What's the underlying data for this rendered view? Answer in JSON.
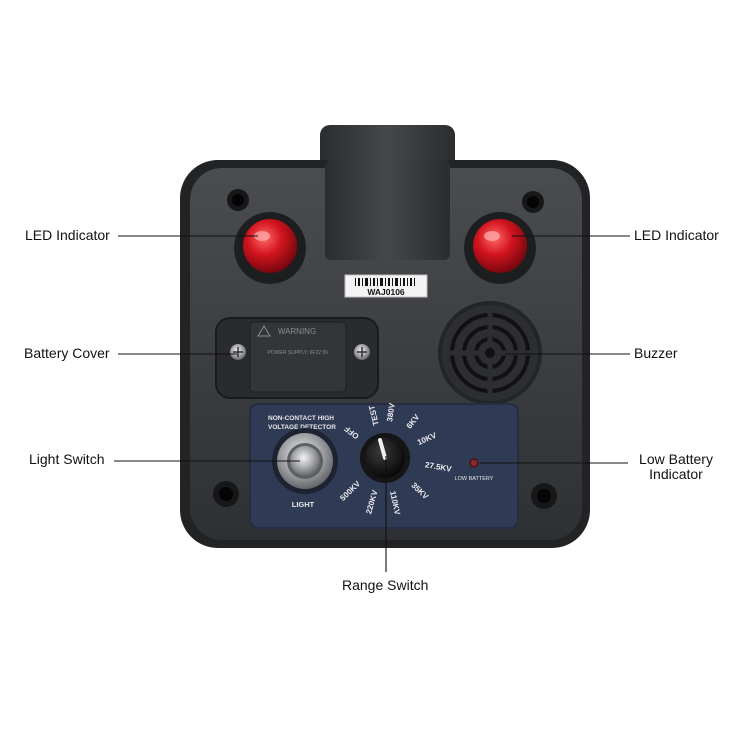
{
  "device": {
    "serial_label": "WAJ0106",
    "warning_title": "WARNING",
    "warning_text": "POWER SUPPLY: 6F22 9V",
    "panel_title_line1": "NON-CONTACT HIGH",
    "panel_title_line2": "VOLTAGE DETECTOR",
    "light_label": "LIGHT",
    "low_battery_label": "LOW BATTERY",
    "dial_positions": [
      "OFF",
      "TEST",
      "380V",
      "6KV",
      "10KV",
      "27.5KV",
      "35KV",
      "110KV",
      "220KV",
      "500KV"
    ]
  },
  "callouts": {
    "led_left": "LED Indicator",
    "led_right": "LED Indicator",
    "battery_cover": "Battery Cover",
    "buzzer": "Buzzer",
    "light_switch": "Light Switch",
    "low_battery_line1": "Low Battery",
    "low_battery_line2": "Indicator",
    "range_switch": "Range Switch"
  },
  "colors": {
    "housing": "#3b3d40",
    "panel": "#2f3a55",
    "led": "#c4121c"
  }
}
